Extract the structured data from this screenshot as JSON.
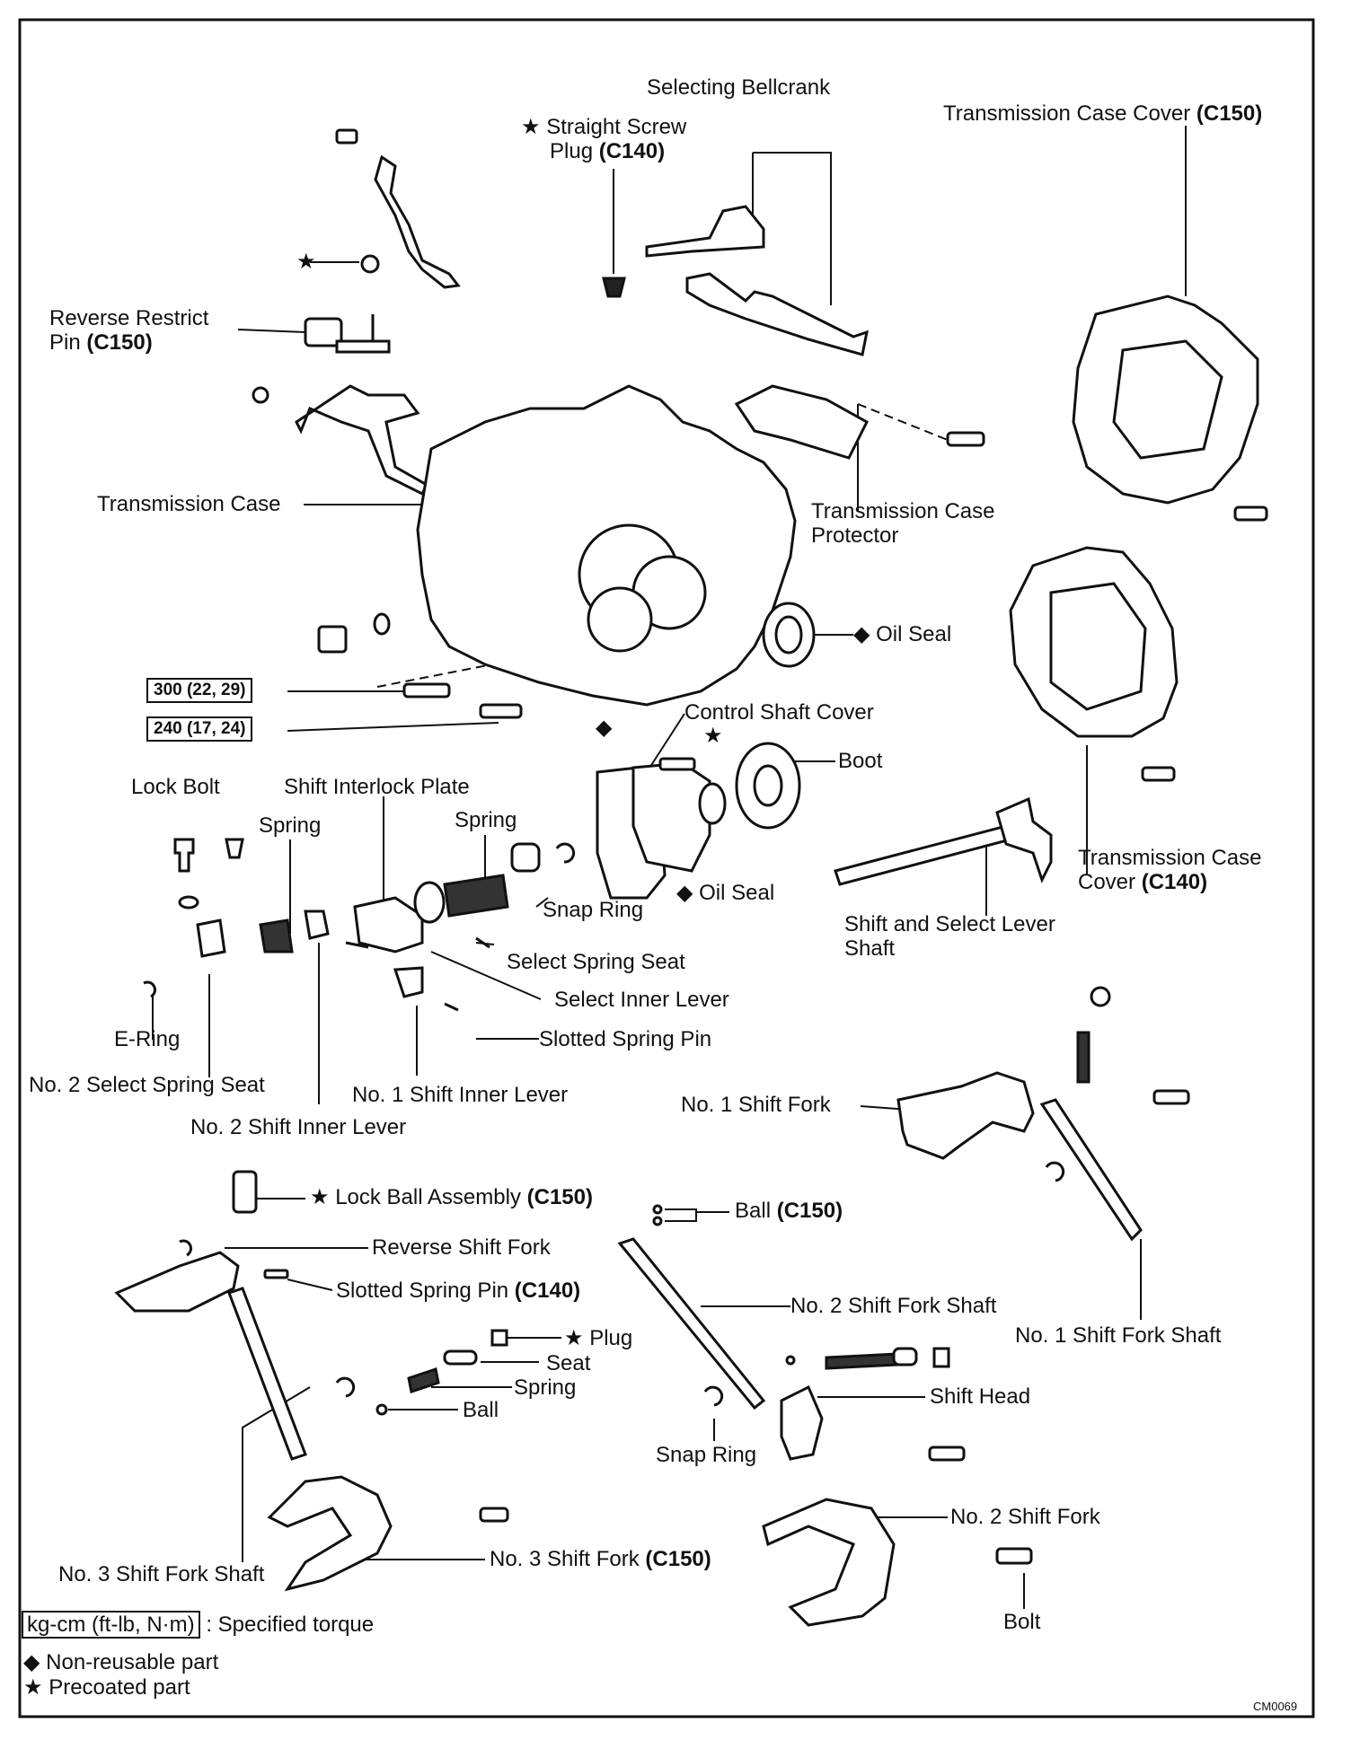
{
  "labels": {
    "selecting_bellcrank": "Selecting Bellcrank",
    "straight_screw_plug_1": "Straight Screw",
    "straight_screw_plug_2": "Plug",
    "straight_screw_plug_code": "(C140)",
    "trans_case_cover_c150": "Transmission Case Cover",
    "trans_case_cover_c150_code": "(C150)",
    "reverse_restrict_1": "Reverse Restrict",
    "reverse_restrict_2": "Pin",
    "reverse_restrict_code": "(C150)",
    "transmission_case": "Transmission Case",
    "case_protector_1": "Transmission Case",
    "case_protector_2": "Protector",
    "oil_seal_right": "Oil Seal",
    "control_shaft_cover": "Control Shaft Cover",
    "boot": "Boot",
    "lock_bolt": "Lock Bolt",
    "shift_interlock_plate": "Shift Interlock Plate",
    "spring_left": "Spring",
    "spring_mid": "Spring",
    "snap_ring_top": "Snap Ring",
    "oil_seal_mid": "Oil Seal",
    "trans_case_cover_c140_1": "Transmission Case",
    "trans_case_cover_c140_2": "Cover",
    "trans_case_cover_c140_code": "(C140)",
    "shift_select_lever_1": "Shift and Select Lever",
    "shift_select_lever_2": "Shaft",
    "select_spring_seat": "Select Spring Seat",
    "select_inner_lever": "Select Inner Lever",
    "slotted_spring_pin": "Slotted Spring Pin",
    "e_ring": "E-Ring",
    "no2_select_spring_seat": "No. 2 Select Spring Seat",
    "no1_shift_inner_lever": "No. 1 Shift Inner Lever",
    "no2_shift_inner_lever": "No. 2 Shift Inner Lever",
    "no1_shift_fork": "No. 1 Shift Fork",
    "lock_ball_assembly": "Lock Ball Assembly",
    "lock_ball_assembly_code": "(C150)",
    "ball_c150": "Ball",
    "ball_c150_code": "(C150)",
    "reverse_shift_fork": "Reverse Shift Fork",
    "slotted_spring_pin_c140": "Slotted Spring Pin",
    "slotted_spring_pin_c140_code": "(C140)",
    "no2_shift_fork_shaft": "No. 2 Shift Fork Shaft",
    "no1_shift_fork_shaft": "No. 1 Shift Fork Shaft",
    "plug": "Plug",
    "seat": "Seat",
    "spring_bottom": "Spring",
    "ball_bottom": "Ball",
    "shift_head": "Shift Head",
    "snap_ring_bottom": "Snap Ring",
    "no2_shift_fork": "No. 2 Shift Fork",
    "no3_shift_fork_shaft": "No. 3 Shift Fork Shaft",
    "no3_shift_fork": "No. 3 Shift Fork",
    "no3_shift_fork_code": "(C150)",
    "bolt": "Bolt"
  },
  "torques": {
    "t1": "300 (22, 29)",
    "t2": "240 (17, 24)"
  },
  "legend": {
    "torque_box": "kg-cm (ft-lb, N·m)",
    "torque_text": ": Specified torque",
    "nonreusable": "Non-reusable part",
    "precoated": "Precoated part"
  },
  "symbols": {
    "star": "★",
    "diamond": "◆"
  },
  "figure_code": "CM0069"
}
